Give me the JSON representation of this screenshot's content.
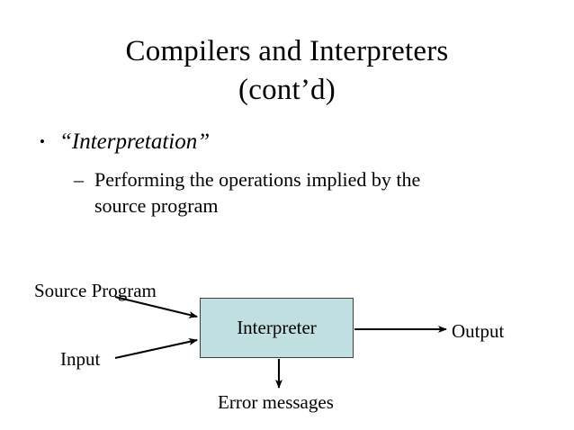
{
  "slide": {
    "title": {
      "line1": "Compilers and Interpreters",
      "line2": "(cont’d)"
    },
    "bullets": [
      {
        "level": 1,
        "marker": "•",
        "text": "“Interpretation”"
      },
      {
        "level": 2,
        "marker": "–",
        "text": "Performing the operations implied by the source program"
      }
    ],
    "diagram": {
      "process_box": {
        "label": "Interpreter",
        "fill_color": "#bfdfe0",
        "border_color": "#3f3f3f"
      },
      "inputs": [
        {
          "label": "Source Program"
        },
        {
          "label": "Input"
        }
      ],
      "outputs": [
        {
          "label": "Output"
        },
        {
          "label": "Error messages"
        }
      ],
      "arrow_color": "#000000"
    }
  }
}
